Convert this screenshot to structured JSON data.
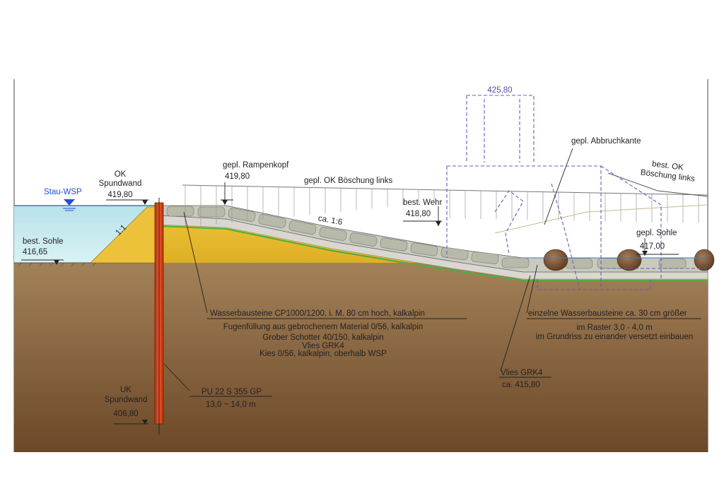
{
  "colors": {
    "soil_top": "#a07f55",
    "soil_bottom": "#6e4a2a",
    "fill_sand": "#e6b92a",
    "water": "#c6e9ee",
    "water_line": "#2f7fd0",
    "sheet_pile": "#e4481e",
    "fleece": "#4caf3a",
    "purple_dashed": "#6a5bbf",
    "boulder": "#7a5538"
  },
  "icons": {
    "water_level": "water-level-triangle-icon",
    "elevation_marker": "elevation-arrow-icon"
  },
  "labels": {
    "stau_wsp": "Stau-WSP",
    "ok_spundwand": {
      "line1": "OK",
      "line2": "Spundwand",
      "value": "419,80"
    },
    "best_sohle_left": {
      "line1": "best. Sohle",
      "value": "416,65"
    },
    "slope_left": "1:1",
    "gepl_rampenkopf": {
      "line1": "gepl. Rampenkopf",
      "value": "419,80"
    },
    "gepl_ok_boeschung_links": "gepl. OK Böschung links",
    "slope_ramp": "ca. 1:6",
    "best_wehr": {
      "line1": "best. Wehr",
      "value": "418,80"
    },
    "elev_top": "425,80",
    "gepl_abbruchkante": "gepl. Abbruchkante",
    "best_ok_boeschung_links": {
      "line1": "best. OK",
      "line2": "Böschung links"
    },
    "gepl_sohle": {
      "line1": "gepl. Sohle",
      "value": "417,00"
    },
    "material_block": [
      "Wasserbausteine CP1000/1200, i. M. 80 cm hoch, kalkalpin",
      "Fugenfüllung aus gebrochenem Material 0/56, kalkalpin",
      "Grober Schotter 40/150, kalkalpin",
      "Vlies GRK4",
      "Kies 0/56, kalkalpin, oberhalb WSP"
    ],
    "boulder_block": [
      "einzelne Wasserbausteine ca. 30 cm größer",
      "im Raster 3,0 - 4,0 m",
      "im Grundriss zu einander versetzt einbauen"
    ],
    "vlies_right": {
      "line1": "Vlies GRK4",
      "value": "ca. 415,80"
    },
    "uk_spundwand": {
      "line1": "UK",
      "line2": "Spundwand",
      "value": "406,80"
    },
    "sheet_pile_type": {
      "line1": "PU 22 S 355 GP",
      "line2": "13,0 ~ 14,0 m"
    }
  }
}
